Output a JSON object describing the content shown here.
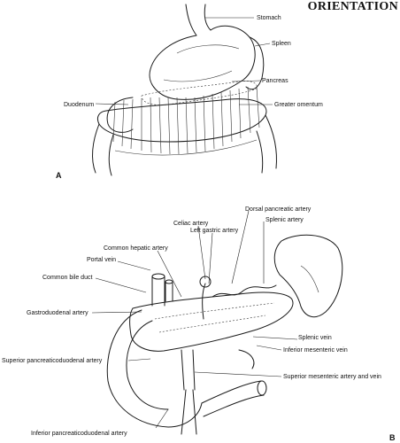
{
  "header": {
    "title": "ORIENTATION"
  },
  "figure_a": {
    "panel_label": "A",
    "labels": {
      "stomach": "Stomach",
      "spleen": "Spleen",
      "pancreas": "Pancreas",
      "duodenum": "Duodenum",
      "greater_omentum": "Greater omentum"
    }
  },
  "figure_b": {
    "panel_label": "B",
    "labels": {
      "celiac_artery": "Celiac artery",
      "dorsal_pancreatic_artery": "Dorsal pancreatic artery",
      "splenic_artery": "Splenic artery",
      "left_gastric_artery": "Left gastric artery",
      "common_hepatic_artery": "Common hepatic artery",
      "portal_vein": "Portal vein",
      "common_bile_duct": "Common bile duct",
      "gastroduodenal_artery": "Gastroduodenal artery",
      "splenic_vein": "Splenic vein",
      "inferior_mesenteric_vein": "Inferior mesenteric vein",
      "superior_pancreaticoduodenal_artery": "Superior pancreaticoduodenal artery",
      "superior_mesenteric_artery_and_vein": "Superior mesenteric artery and vein",
      "inferior_pancreaticoduodenal_artery": "Inferior pancreaticoduodenal artery"
    }
  }
}
